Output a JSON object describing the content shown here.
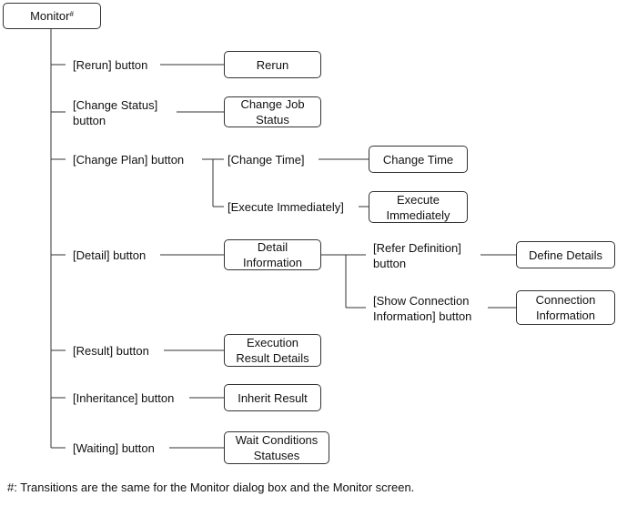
{
  "root": {
    "label": "Monitor",
    "mark": "#"
  },
  "buttons": {
    "rerun": "[Rerun] button",
    "change_status": "[Change Status]\nbutton",
    "change_plan": "[Change Plan] button",
    "change_time": "[Change Time]",
    "execute_immediately": "[Execute Immediately]",
    "detail": "[Detail] button",
    "refer_definition": "[Refer Definition]\nbutton",
    "show_connection": "[Show Connection\nInformation] button",
    "result": "[Result] button",
    "inheritance": "[Inheritance] button",
    "waiting": "[Waiting] button"
  },
  "screens": {
    "rerun": "Rerun",
    "change_job_status": "Change Job\nStatus",
    "change_time": "Change Time",
    "execute_immediately": "Execute\nImmediately",
    "detail_information": "Detail\nInformation",
    "define_details": "Define Details",
    "connection_information": "Connection\nInformation",
    "execution_result_details": "Execution\nResult Details",
    "inherit_result": "Inherit Result",
    "wait_conditions_statuses": "Wait Conditions\nStatuses"
  },
  "footnote": "#: Transitions are the same for the Monitor dialog box and the Monitor screen."
}
